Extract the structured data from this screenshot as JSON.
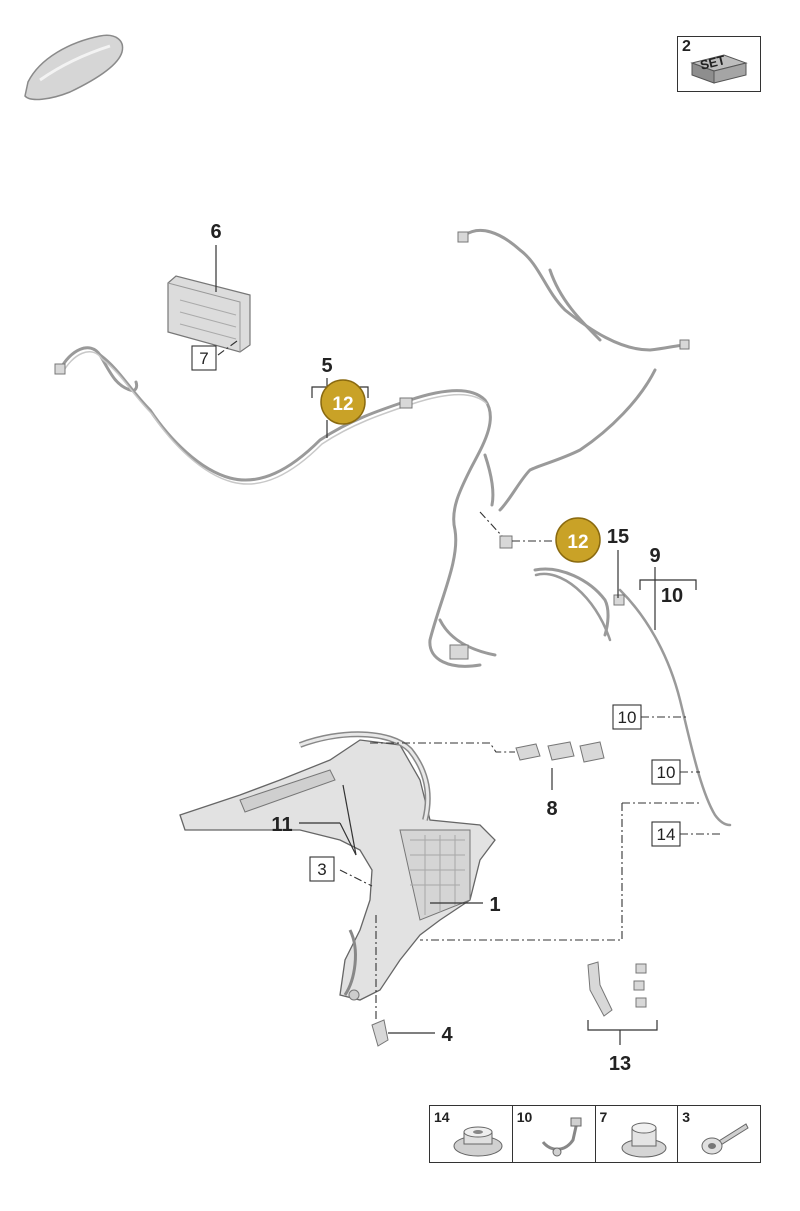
{
  "labels": {
    "n1": "1",
    "n2": "2",
    "n3": "3",
    "n4": "4",
    "n5": "5",
    "n6": "6",
    "n7": "7",
    "n8": "8",
    "n9": "9",
    "n10": "10",
    "n11": "11",
    "n12": "12",
    "n13": "13",
    "n14": "14",
    "n15": "15"
  },
  "set_badge": {
    "number": "2",
    "text": "SET"
  },
  "legend": [
    {
      "number": "14",
      "icon": "nut-icon"
    },
    {
      "number": "10",
      "icon": "cable-tie-icon"
    },
    {
      "number": "7",
      "icon": "flange-nut-icon"
    },
    {
      "number": "3",
      "icon": "bolt-icon"
    }
  ],
  "colors": {
    "badge_gold": "#c9a227",
    "line": "#333333",
    "part_gray": "#d8d8d8"
  }
}
